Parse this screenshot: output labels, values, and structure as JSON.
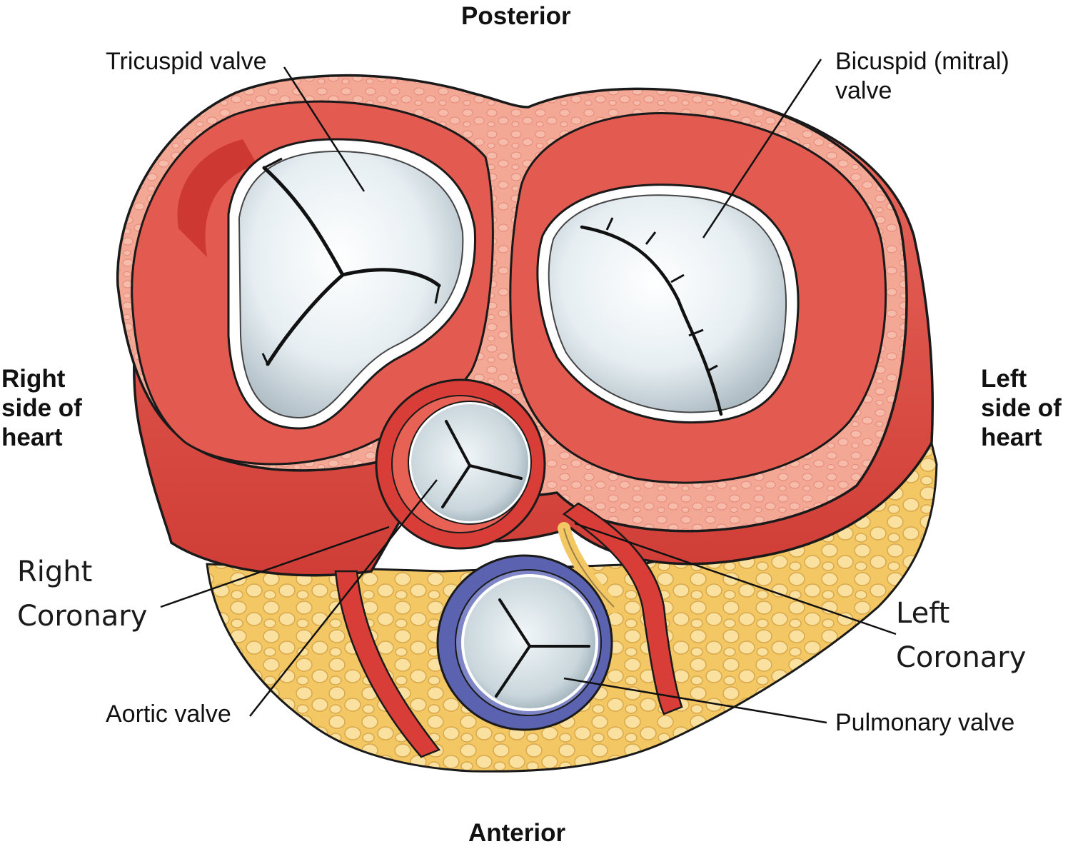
{
  "orientation": {
    "posterior": "Posterior",
    "anterior": "Anterior",
    "right_side": "Right\nside of\nheart",
    "left_side": "Left\nside of\nheart"
  },
  "valves": {
    "tricuspid": "Tricuspid valve",
    "bicuspid": "Bicuspid (mitral)\nvalve",
    "aortic": "Aortic valve",
    "pulmonary": "Pulmonary valve"
  },
  "arteries": {
    "right_coronary": "Right\nCoronary",
    "left_coronary": "Left\nCoronary"
  },
  "colors": {
    "muscle": "#e0534b",
    "muscle_dark": "#c8302c",
    "myocardium_tissue": "#f2a08e",
    "fat": "#f7d57e",
    "valve_leaflet": "#dfe8ec",
    "pulmonary_ring": "#5b63b0",
    "outline": "#1a1a1a"
  }
}
